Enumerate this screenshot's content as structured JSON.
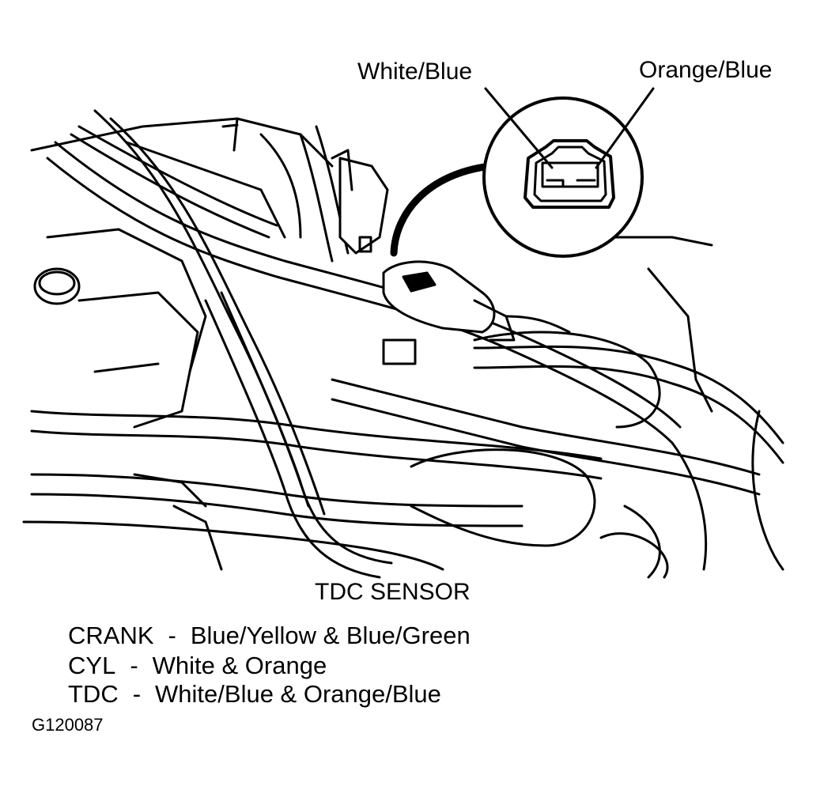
{
  "connector_callouts": {
    "left_pin": "White/Blue",
    "right_pin": "Orange/Blue"
  },
  "sensor_title": "TDC SENSOR",
  "legend": [
    {
      "key": "CRANK",
      "separator": "-",
      "wires": "Blue/Yellow & Blue/Green"
    },
    {
      "key": "CYL",
      "separator": "-",
      "wires": "White & Orange"
    },
    {
      "key": "TDC",
      "separator": "-",
      "wires": "White/Blue & Orange/Blue"
    }
  ],
  "figure_id": "G120087",
  "colors": {
    "ink": "#000000",
    "paper": "#ffffff"
  }
}
